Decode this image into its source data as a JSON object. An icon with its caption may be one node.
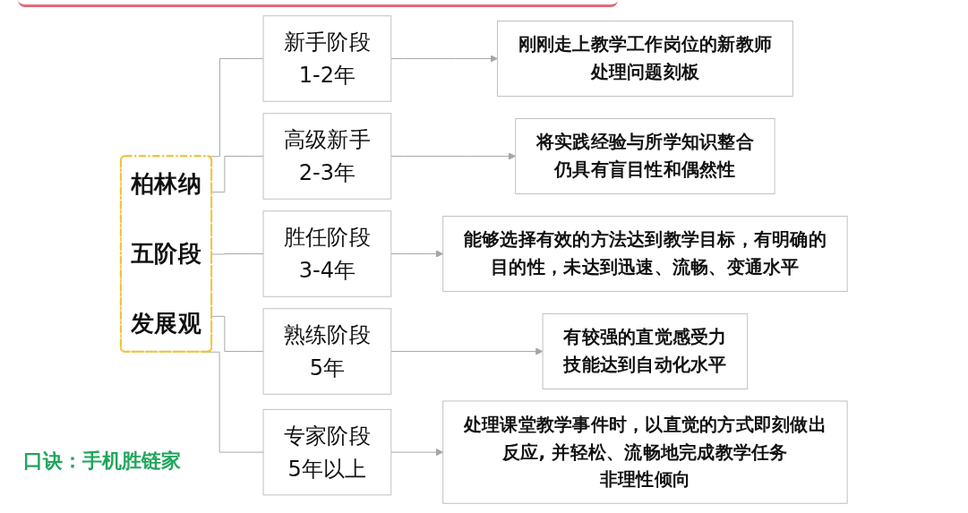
{
  "diagram": {
    "nodes": [
      {
        "text": [
          "柏林纳",
          "五阶段",
          "发展观"
        ]
      },
      {
        "text": [
          "新手阶段",
          "1-2年"
        ]
      },
      {
        "text": [
          "刚刚走上教学工作岗位的新教师",
          "处理问题刻板"
        ]
      },
      {
        "text": [
          "高级新手",
          "2-3年"
        ]
      },
      {
        "text": [
          "将实践经验与所学知识整合",
          "仍具有盲目性和偶然性"
        ]
      },
      {
        "text": [
          "胜任阶段",
          "3-4年"
        ]
      },
      {
        "text": [
          "能够选择有效的方法达到教学目标，有明确的目的性，未达到迅速、流畅、变通水平"
        ]
      },
      {
        "text": [
          "熟练阶段",
          "5年"
        ]
      },
      {
        "text": [
          "有较强的直觉感受力",
          "技能达到自动化水平"
        ]
      },
      {
        "text": [
          "专家阶段",
          "5年以上"
        ]
      },
      {
        "text": [
          "处理课堂教学事件时，以直觉的方式即刻做出反应, 并轻松、流畅地完成教学任务",
          "非理性倾向"
        ]
      }
    ],
    "edges": [
      {
        "from": 0,
        "to": 1,
        "arrow": "none"
      },
      {
        "from": 0,
        "to": 3,
        "arrow": "none"
      },
      {
        "from": 0,
        "to": 5,
        "arrow": "none"
      },
      {
        "from": 0,
        "to": 7,
        "arrow": "none"
      },
      {
        "from": 0,
        "to": 9,
        "arrow": "none"
      },
      {
        "from": 1,
        "to": 2,
        "arrow": "to"
      },
      {
        "from": 3,
        "to": 4,
        "arrow": "to"
      },
      {
        "from": 5,
        "to": 6,
        "arrow": "to"
      },
      {
        "from": 7,
        "to": 8,
        "arrow": "to"
      },
      {
        "from": 9,
        "to": 10,
        "arrow": "to"
      }
    ],
    "labels": [
      "口诀：手机胜链家"
    ]
  }
}
